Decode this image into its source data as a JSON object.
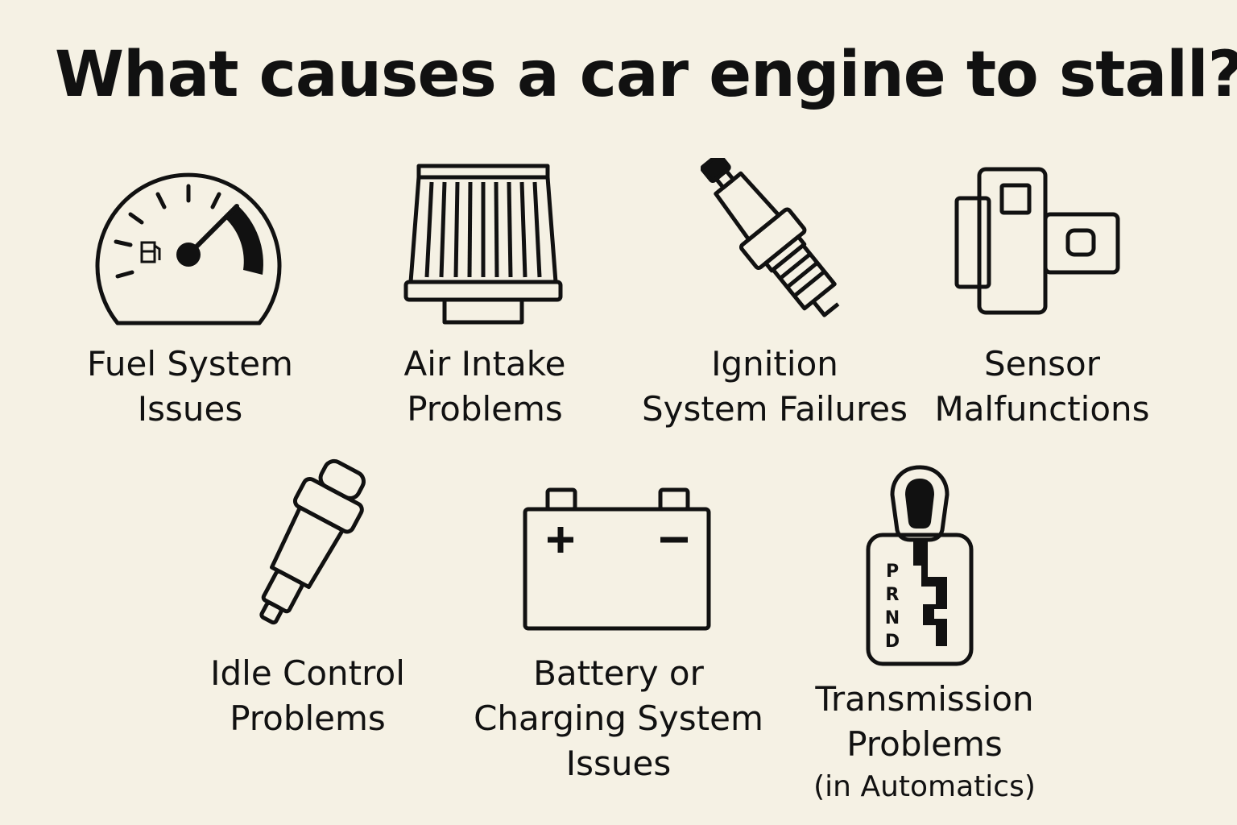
{
  "title": "What causes a car engine to stall?",
  "accent_color": "#111111",
  "background_color": "#f5f1e4",
  "causes": [
    {
      "icon": "fuel-gauge-icon",
      "lines": [
        "Fuel System",
        "Issues"
      ]
    },
    {
      "icon": "air-filter-icon",
      "lines": [
        "Air Intake",
        "Problems"
      ]
    },
    {
      "icon": "spark-plug-icon",
      "lines": [
        "Ignition",
        "System Failures"
      ]
    },
    {
      "icon": "sensor-icon",
      "lines": [
        "Sensor",
        "Malfunctions"
      ]
    },
    {
      "icon": "idle-control-valve-icon",
      "lines": [
        "Idle Control",
        "Problems"
      ]
    },
    {
      "icon": "battery-icon",
      "lines": [
        "Battery or",
        "Charging System",
        "Issues"
      ]
    },
    {
      "icon": "gear-shifter-icon",
      "lines": [
        "Transmission",
        "Problems",
        "(in Automatics)"
      ],
      "shifter_letters": [
        "P",
        "R",
        "N",
        "D"
      ]
    }
  ]
}
